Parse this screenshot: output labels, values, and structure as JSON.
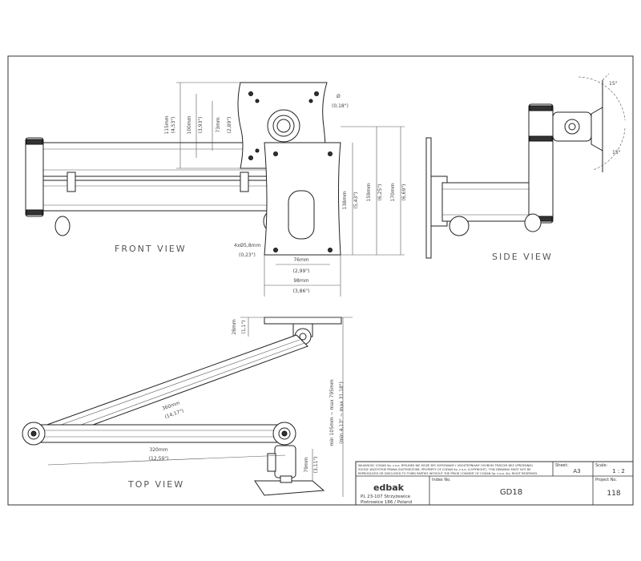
{
  "views": {
    "front": "FRONT VIEW",
    "side": "SIDE VIEW",
    "top": "TOP VIEW"
  },
  "front_dims": {
    "d115": "115mm",
    "d115i": "(4,53\")",
    "d100": "100mm",
    "d100i": "(3,93\")",
    "d73": "73mm",
    "d73i": "(2,89\")",
    "hole": "Ø",
    "holei": "(0,18\")",
    "d138": "138mm",
    "d138i": "(5,43\")",
    "d159": "159mm",
    "d159i": "(6,25\")",
    "d170": "170mm",
    "d170i": "(6,69\")",
    "d76": "76mm",
    "d76i": "(2,99\")",
    "d98": "98mm",
    "d98i": "(3,86\")",
    "slot": "4xØ5,8mm",
    "sloti": "(0,23\")"
  },
  "side_dims": {
    "a1": "15°",
    "a2": "15°"
  },
  "top_dims": {
    "d28": "28mm",
    "d28i": "(1,1\")",
    "d360": "360mm",
    "d360i": "(14,17\")",
    "d320": "320mm",
    "d320i": "(12,59\")",
    "reach": "min 105mm ~ max 795mm",
    "reachi": "(min 4,13\" ~ max 31,18\")",
    "d79": "79mm",
    "d79i": "(3,11\")"
  },
  "title_block": {
    "legal": [
      "WŁASNOŚĆ CODAN Sp. z o.o. RYSUNEK NIE MOŻE BYĆ KOPIOWANY I UDOSTĘPNIANY OSOBOM TRZECIM BEZ UPRZEDNIEJ",
      "ZGODY. WSZYSTKIE PRAWA ZASTRZEŻONE. PROPERTY OF CODAN Sp. z o.o. (COPYRIGHT). THIS DRAWING MUST NOT BE",
      "REPRODUCED OR DISCLOSED TO THIRD PARTIES WITHOUT THE PRIOR CONSENT OF CODAN Sp. z o.o. ALL RIGHT RESERVED."
    ],
    "sheet_label": "Sheet:",
    "sheet": "A3",
    "scale_label": "Scale:",
    "scale": "1 : 2",
    "index_label": "Index No.",
    "index": "GD18",
    "project_label": "Project No.",
    "project": "118",
    "company": "edbak",
    "address1": "PL 23-107 Strzyżewice",
    "address2": "Piotrowice 186 / Poland"
  }
}
